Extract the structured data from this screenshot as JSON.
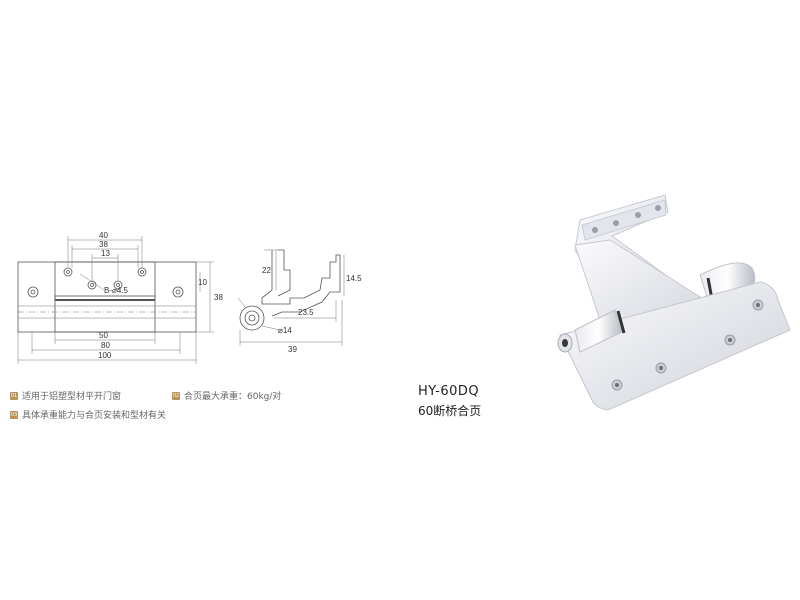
{
  "drawing": {
    "front_view": {
      "dims": {
        "d40": "40",
        "d38": "38",
        "d13": "13",
        "hole": "B-⌀4.5",
        "d50": "50",
        "d80": "80",
        "d100": "100",
        "d10": "10",
        "d38v": "38"
      }
    },
    "side_view": {
      "dims": {
        "d22": "22",
        "d14_5": "14.5",
        "d23_5": "23.5",
        "d14": "⌀14",
        "d39": "39"
      }
    }
  },
  "features": [
    {
      "num": "01",
      "text": "适用于铝塑型材平开门窗"
    },
    {
      "num": "02",
      "text": "合页最大承重：60kg/对"
    },
    {
      "num": "03",
      "text": "具体承重能力与合页安装和型材有关"
    }
  ],
  "product": {
    "model": "HY-60DQ",
    "name": "60断桥合页"
  }
}
